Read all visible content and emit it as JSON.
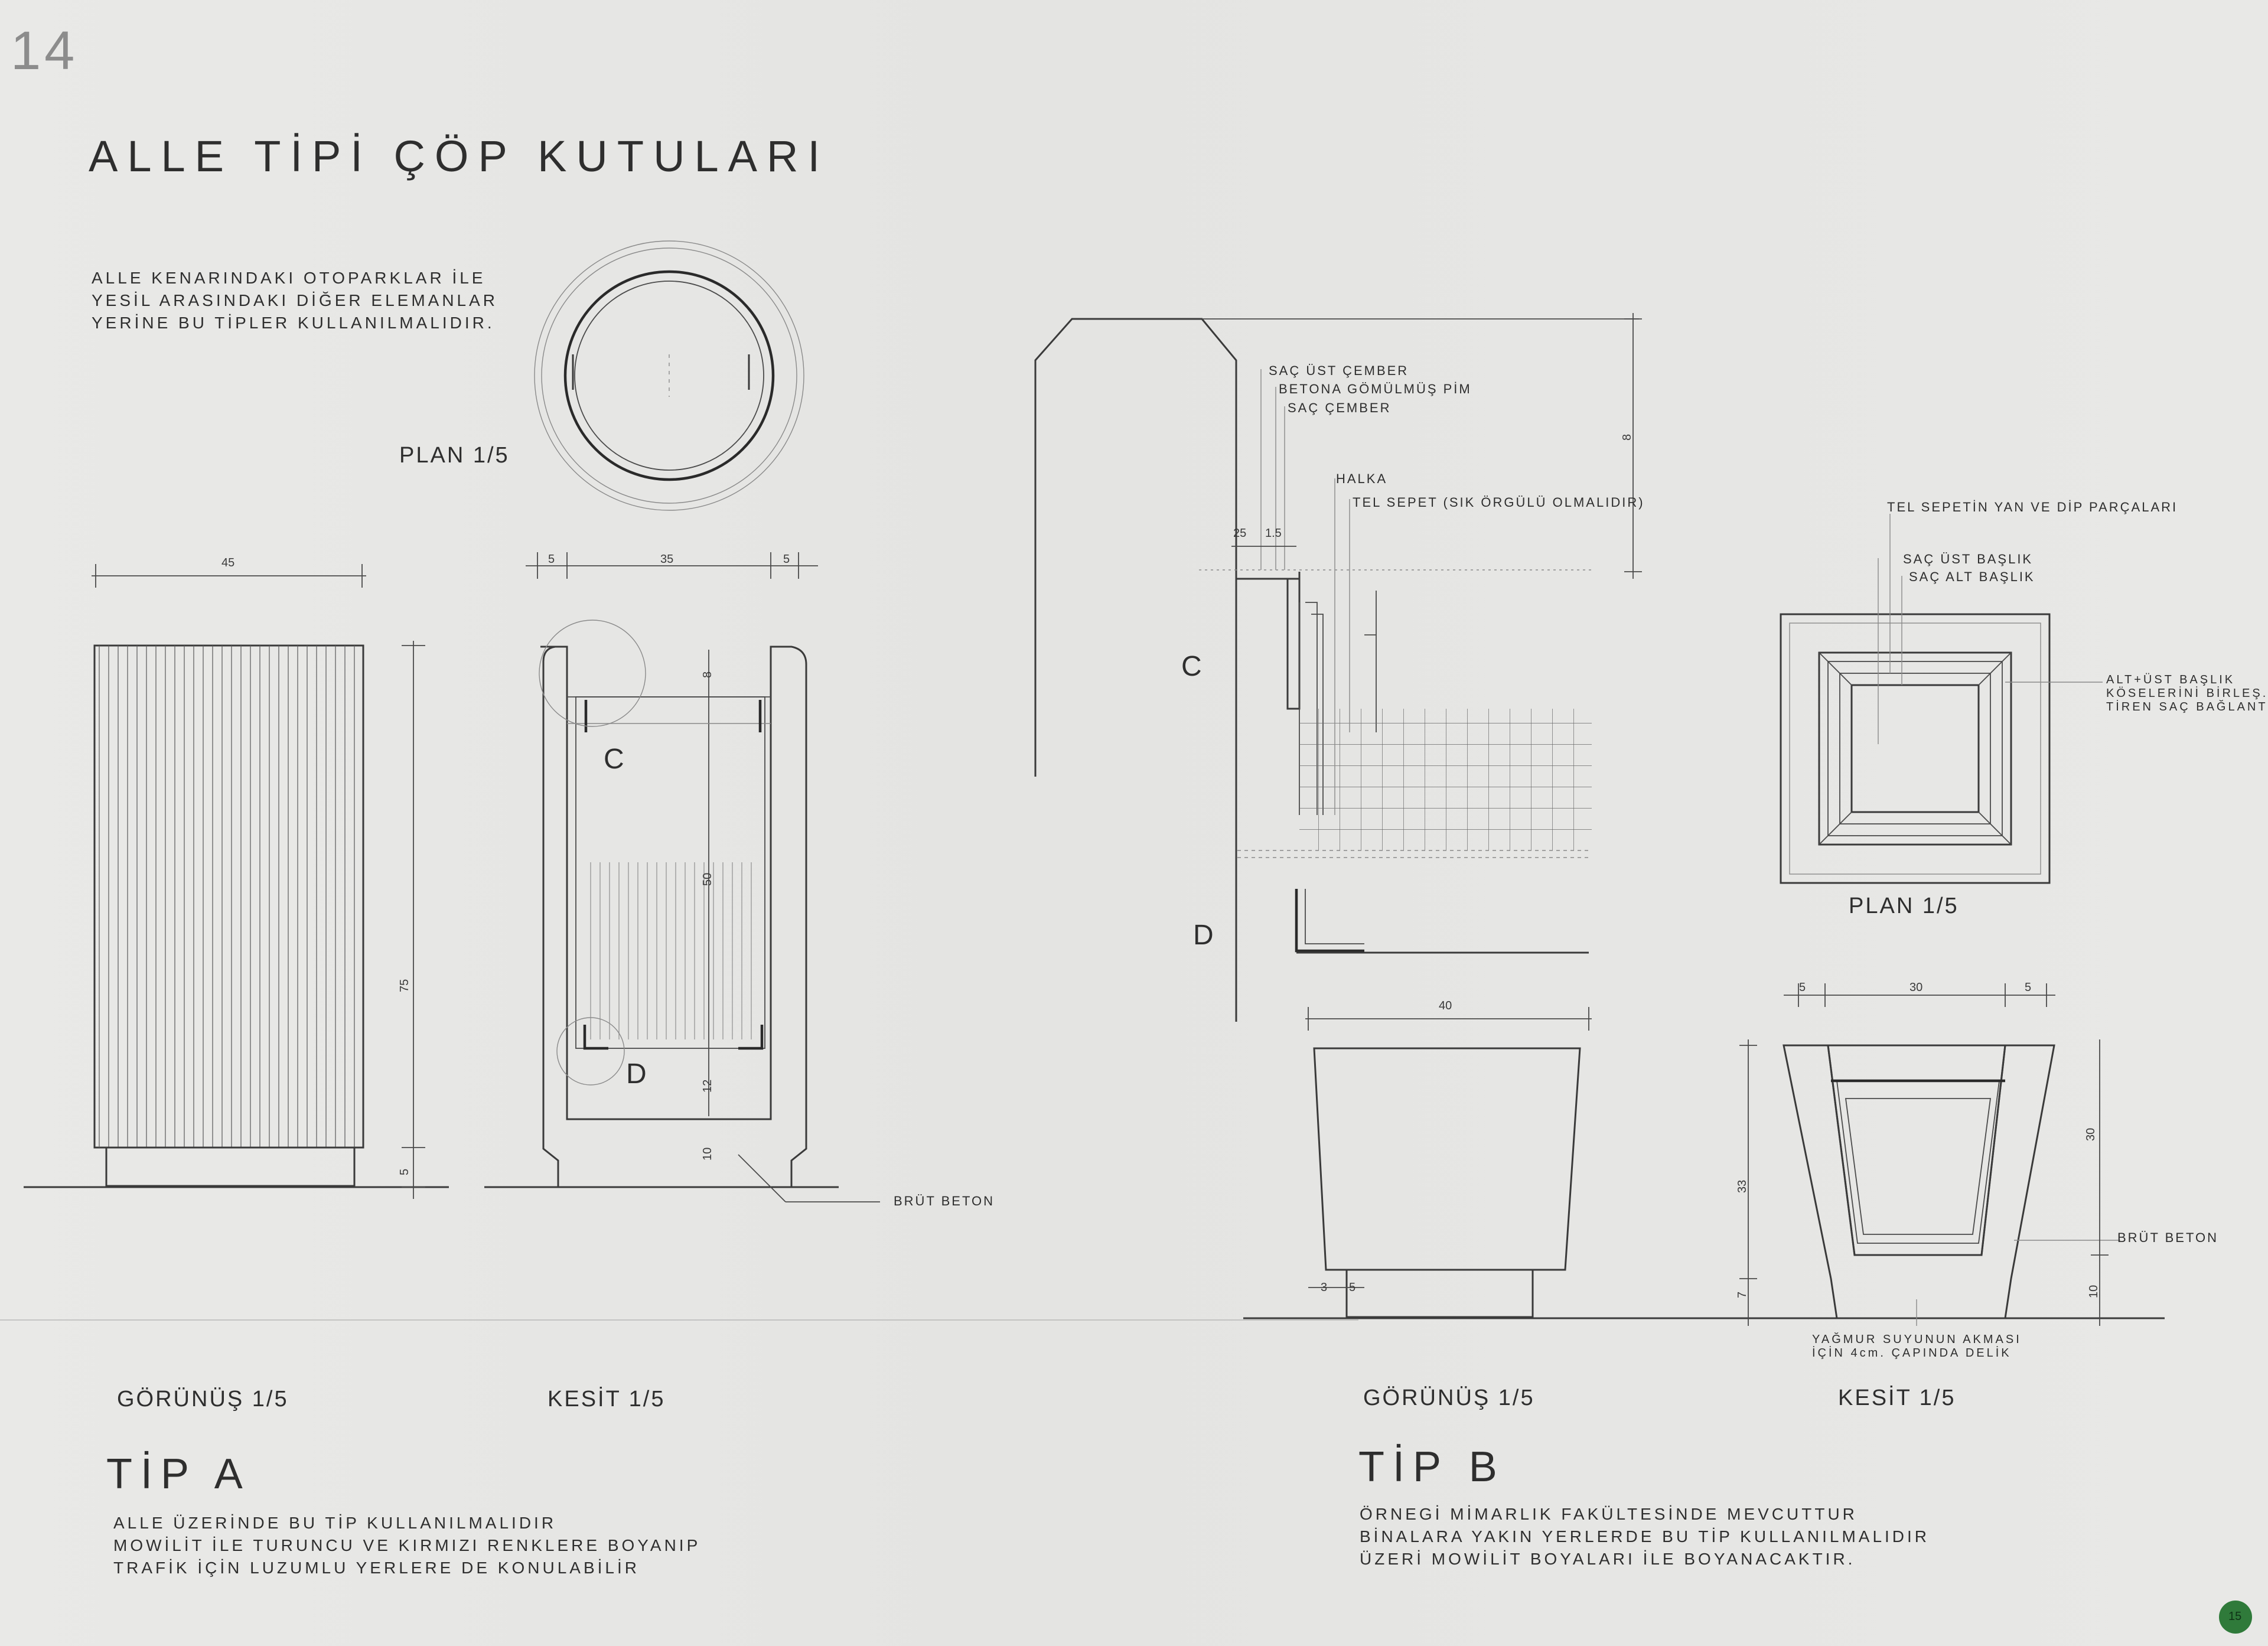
{
  "sheet": {
    "corner_number": "14",
    "stamp": "15",
    "title": "ALLE TİPİ ÇÖP KUTULARI",
    "intro_note": "ALLE KENARINDAKI OTOPARKLAR İLE\nYESİL ARASINDAKI DİĞER ELEMANLAR\nYERİNE BU TİPLER KULLANILMALIDIR."
  },
  "tip_a": {
    "plan_label": "PLAN 1/5",
    "view_label": "GÖRÜNÜŞ 1/5",
    "section_label": "KESİT 1/5",
    "heading": "TİP A",
    "note": "ALLE ÜZERİNDE BU TİP KULLANILMALIDIR\nMOWİLİT İLE TURUNCU VE KIRMIZI RENKLERE BOYANIP\nTRAFİK İÇİN LUZUMLU YERLERE DE KONULABİLİR",
    "detail_c": "C",
    "detail_d": "D",
    "callout_concrete": "BRÜT BETON",
    "dims": {
      "width_view": "45",
      "height_view": "75",
      "base_view": "5",
      "sec_left": "5",
      "sec_mid": "35",
      "sec_right": "5",
      "sec_top": "8",
      "sec_inner": "50",
      "sec_lower": "12",
      "sec_base": "10"
    }
  },
  "detail_cd": {
    "label_c": "C",
    "label_d": "D",
    "callouts": [
      "SAÇ ÜST ÇEMBER",
      "BETONA GÖMÜLMÜŞ PİM",
      "SAÇ ÇEMBER",
      "HALKA",
      "TEL SEPET (SIK ÖRGÜLÜ OLMALIDIR)"
    ],
    "dims": {
      "d1": "25",
      "d2": "1.5",
      "d3": "8"
    }
  },
  "tip_b": {
    "plan_label": "PLAN 1/5",
    "view_label": "GÖRÜNÜŞ 1/5",
    "section_label": "KESİT 1/5",
    "heading": "TİP B",
    "note": "ÖRNEGİ MİMARLIK FAKÜLTESİNDE MEVCUTTUR\nBİNALARA YAKIN YERLERDE BU TİP KULLANILMALIDIR\nÜZERİ MOWİLİT BOYALARI İLE BOYANACAKTIR.",
    "callout_basket": "TEL SEPETİN YAN VE DİP PARÇALARI",
    "callout_top_cap": "SAÇ ÜST BAŞLIK",
    "callout_bottom_cap": "SAÇ ALT BAŞLIK",
    "callout_corner": "ALT+ÜST BAŞLIK\nKÖSELERİNİ BİRLEŞ.\nTİREN SAÇ BAĞLANTI",
    "callout_concrete": "BRÜT BETON",
    "callout_drain": "YAĞMUR SUYUNUN AKMASI\nİÇİN 4cm. ÇAPINDA DELİK",
    "dims": {
      "width_view": "40",
      "foot_a": "3",
      "foot_b": "5",
      "sec_left": "5",
      "sec_mid": "30",
      "sec_right": "5",
      "sec_h_outer": "33",
      "sec_h_inner": "30",
      "sec_base_left": "7",
      "sec_base_right": "10"
    }
  }
}
